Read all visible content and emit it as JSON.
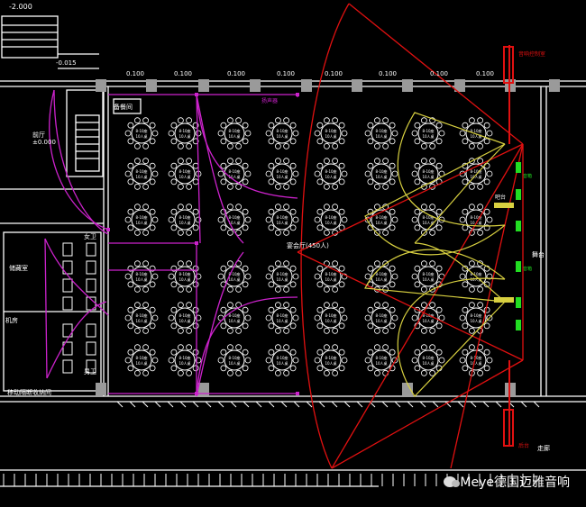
{
  "labels": {
    "level_top": "-2.000",
    "level_hall": "±0.000",
    "level_2": "-0.015",
    "dim_100": "0.100",
    "foyer": "宴会厅(450人)",
    "stage": "舞台",
    "bar": "吧台",
    "corridor": "走廊",
    "room_left": "前厅",
    "room_wc": "女卫",
    "room_wc2": "男卫",
    "room_store": "储藏室",
    "room_mech": "机房",
    "room_prep": "备餐间",
    "room_move": "移动隔断收纳间",
    "table_line1": "8-10座",
    "table_line2": "10人桌",
    "spk_label": "音箱",
    "red_label_top": "音响控制室",
    "red_label_bottom": "后台",
    "pink_label": "扬声器"
  },
  "watermark": {
    "text": "Meye德国迈雅音响"
  },
  "colors": {
    "background": "#000000",
    "wall": "#ffffff",
    "table": "#ffffff",
    "magenta": "#cc22cc",
    "red": "#e01010",
    "yellow": "#d8d040",
    "green": "#22dd22",
    "column": "#9a9a9a"
  },
  "tables": {
    "cols": [
      157,
      205,
      260,
      313,
      367,
      423,
      475,
      528
    ],
    "rows": [
      148,
      193,
      244,
      307,
      353,
      400
    ]
  }
}
